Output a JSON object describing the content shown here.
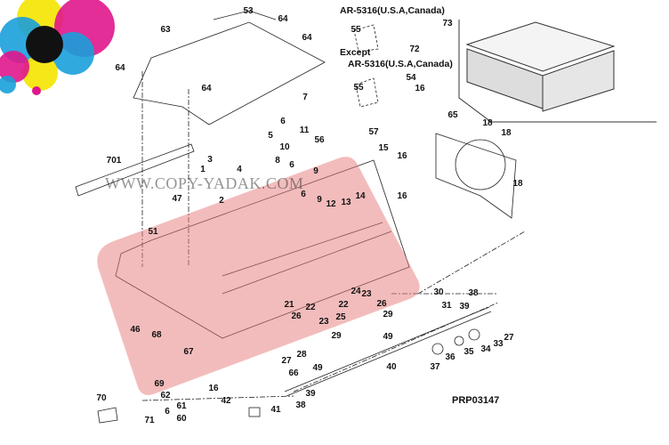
{
  "diagram": {
    "code": "PRP03147",
    "watermark": "WWW.COPY-YADAK.COM",
    "notes": {
      "model_top": "AR-5316(U.S.A,Canada)",
      "except": "Except",
      "model_bottom": "AR-5316(U.S.A,Canada)"
    },
    "highlight_color": "#e87a7a",
    "logo_colors": [
      "#f5e400",
      "#e0168c",
      "#1aa0dc",
      "#111111"
    ],
    "part_labels": [
      "53",
      "64",
      "63",
      "64",
      "64",
      "64",
      "7",
      "6",
      "5",
      "11",
      "56",
      "10",
      "3",
      "4",
      "8",
      "6",
      "9",
      "6",
      "9",
      "12",
      "13",
      "14",
      "701",
      "1",
      "2",
      "47",
      "57",
      "15",
      "16",
      "16",
      "65",
      "18",
      "18",
      "18",
      "55",
      "72",
      "73",
      "55",
      "54",
      "16",
      "51",
      "46",
      "68",
      "67",
      "21",
      "22",
      "24",
      "23",
      "26",
      "22",
      "25",
      "23",
      "26",
      "29",
      "29",
      "30",
      "31",
      "38",
      "39",
      "27",
      "33",
      "34",
      "35",
      "36",
      "37",
      "40",
      "49",
      "49",
      "27",
      "28",
      "66",
      "39",
      "38",
      "69",
      "70",
      "62",
      "16",
      "42",
      "41",
      "61",
      "6",
      "60",
      "71"
    ]
  }
}
